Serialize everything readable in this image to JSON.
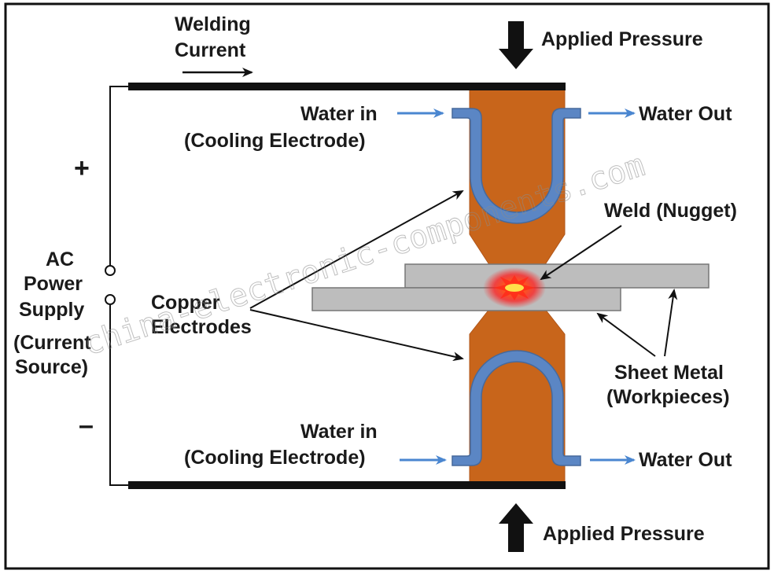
{
  "labels": {
    "welding_current_line1": "Welding",
    "welding_current_line2": "Current",
    "applied_pressure_top": "Applied Pressure",
    "applied_pressure_bottom": "Applied Pressure",
    "water_in_top_line1": "Water in",
    "water_in_top_line2": "(Cooling Electrode)",
    "water_out_top": "Water Out",
    "water_in_bottom_line1": "Water in",
    "water_in_bottom_line2": "(Cooling Electrode)",
    "water_out_bottom": "Water Out",
    "plus_sign": "+",
    "minus_sign": "–",
    "ac_line1": "AC",
    "ac_line2": "Power",
    "ac_line3": "Supply",
    "ac_line4": "(Current",
    "ac_line5": "Source)",
    "copper_line1": "Copper",
    "copper_line2": "Electrodes",
    "weld_nugget": "Weld (Nugget)",
    "sheet_line1": "Sheet Metal",
    "sheet_line2": "(Workpieces)"
  },
  "watermark": "china-electronic-components.com",
  "colors": {
    "electrode": "#c8651b",
    "cooling_channel": "#5b86c4",
    "water_arrow": "#4a86d0",
    "sheet_metal": "#bdbdbd",
    "wire": "#111111",
    "nugget": "#ff2a1a"
  }
}
